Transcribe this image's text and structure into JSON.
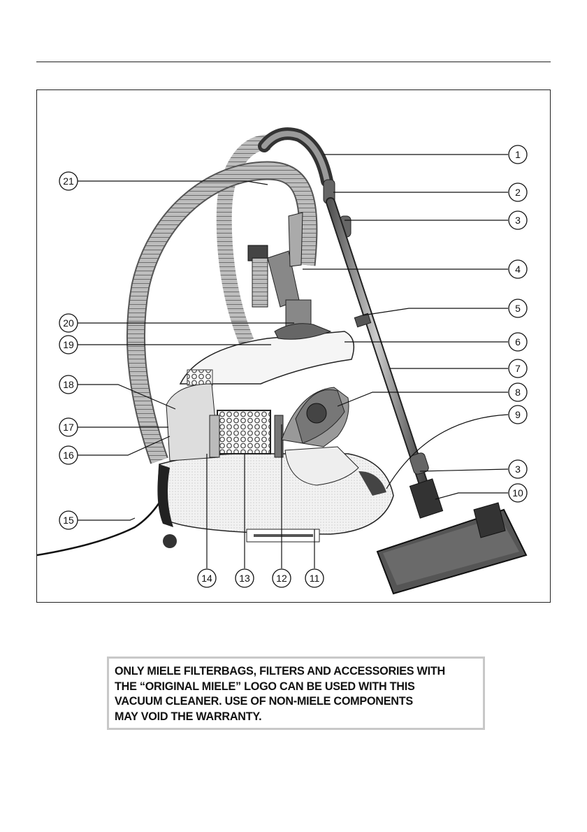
{
  "figure": {
    "callouts_right": [
      "1",
      "2",
      "3",
      "4",
      "5",
      "6",
      "7",
      "8",
      "9",
      "3",
      "10"
    ],
    "callouts_left": [
      "21",
      "20",
      "19",
      "18",
      "17",
      "16",
      "15"
    ],
    "callouts_bottom": [
      "14",
      "13",
      "12",
      "11"
    ]
  },
  "notice": {
    "lines": [
      "ONLY MIELE FILTERBAGS, FILTERS AND ACCESSORIES WITH",
      "THE “ORIGINAL MIELE” LOGO CAN BE USED WITH THIS",
      "VACUUM CLEANER. USE OF NON-MIELE COMPONENTS",
      "MAY VOID THE WARRANTY."
    ]
  },
  "colors": {
    "line": "#222222",
    "notice_border": "#c8c8c8"
  }
}
